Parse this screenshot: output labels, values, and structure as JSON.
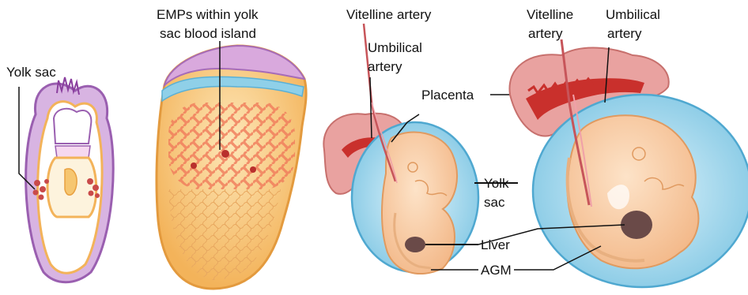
{
  "labels": {
    "yolk_sac_left": "Yolk sac",
    "emps_line1": "EMPs within yolk",
    "emps_line2": "sac blood island",
    "vitelline_artery_1": "Vitelline artery",
    "umbilical_line1": "Umbilical",
    "umbilical_line2": "artery",
    "placenta": "Placenta",
    "yolk_right_line1": "Yolk",
    "yolk_right_line2": "sac",
    "liver": "Liver",
    "agm": "AGM",
    "vitelline_2_line1": "Vitelline",
    "vitelline_2_line2": "artery",
    "umbilical_2_line1": "Umbilical",
    "umbilical_2_line2": "artery"
  },
  "colors": {
    "purple_membrane": "#b07cc0",
    "yolk_orange": "#f6c670",
    "blood_red": "#d9534f",
    "placenta_pink": "#e9a2a0",
    "amnion_blue": "#8fd0e8",
    "embryo_peach": "#f9d4b0",
    "liver_brown": "#6a4a48"
  }
}
